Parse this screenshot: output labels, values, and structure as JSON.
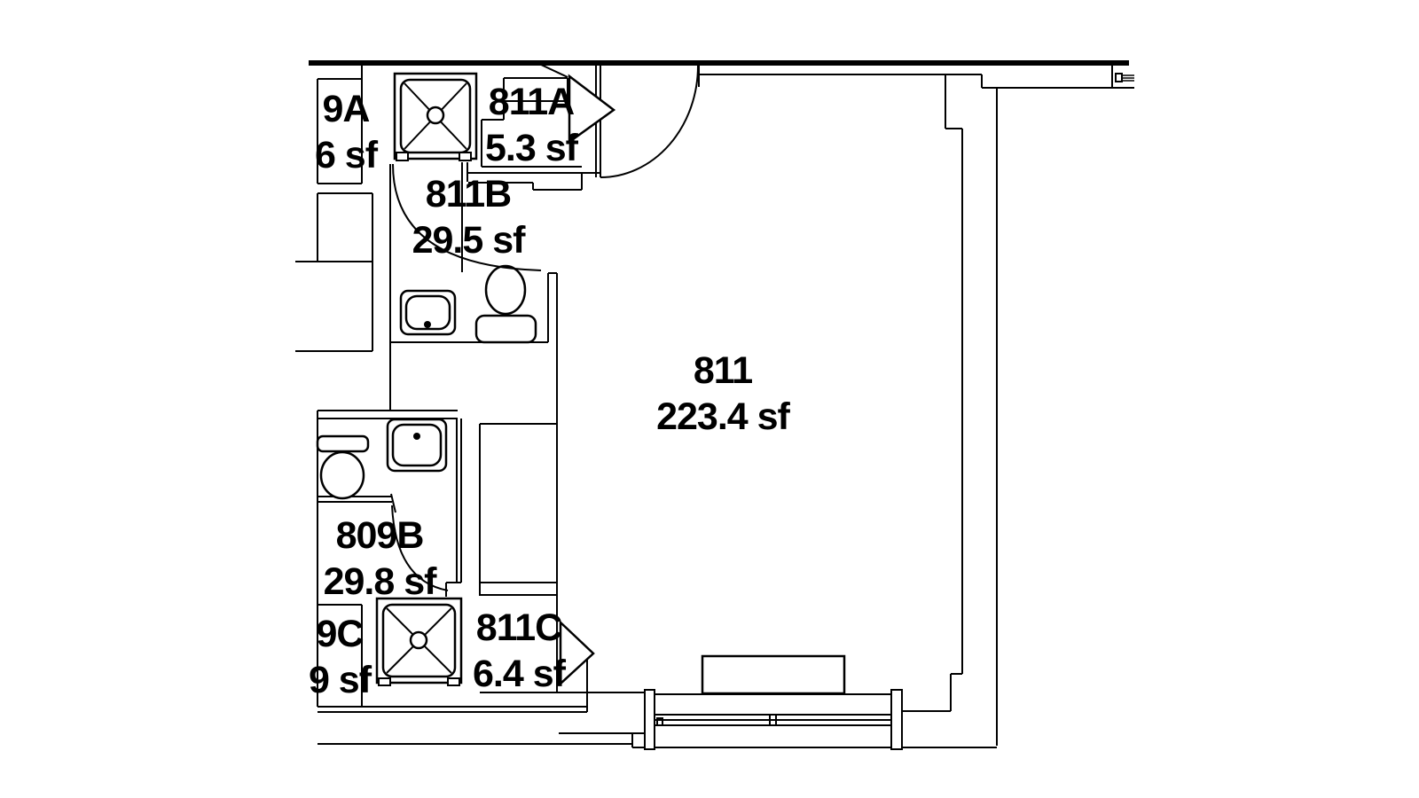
{
  "drawing": {
    "type": "architectural floor plan (partial view, cropped at left)",
    "units": "square feet"
  },
  "colors": {
    "line": "#000000",
    "background": "#ffffff",
    "text": "#000000"
  },
  "rooms": [
    {
      "label": "9A",
      "area": "6 sf"
    },
    {
      "label": "811A",
      "area": "5.3 sf"
    },
    {
      "label": "811B",
      "area": "29.5 sf"
    },
    {
      "label": "811",
      "area": "223.4 sf"
    },
    {
      "label": "809B",
      "area": "29.8 sf"
    },
    {
      "label": "811C",
      "area": "6.4 sf"
    },
    {
      "label": "9C",
      "area": "9 sf"
    }
  ],
  "fixtures": [
    "shower-stall-icon",
    "sink-icon",
    "toilet-icon",
    "door-swing-icon",
    "door-triangle-icon",
    "window-icon",
    "bench-icon"
  ]
}
